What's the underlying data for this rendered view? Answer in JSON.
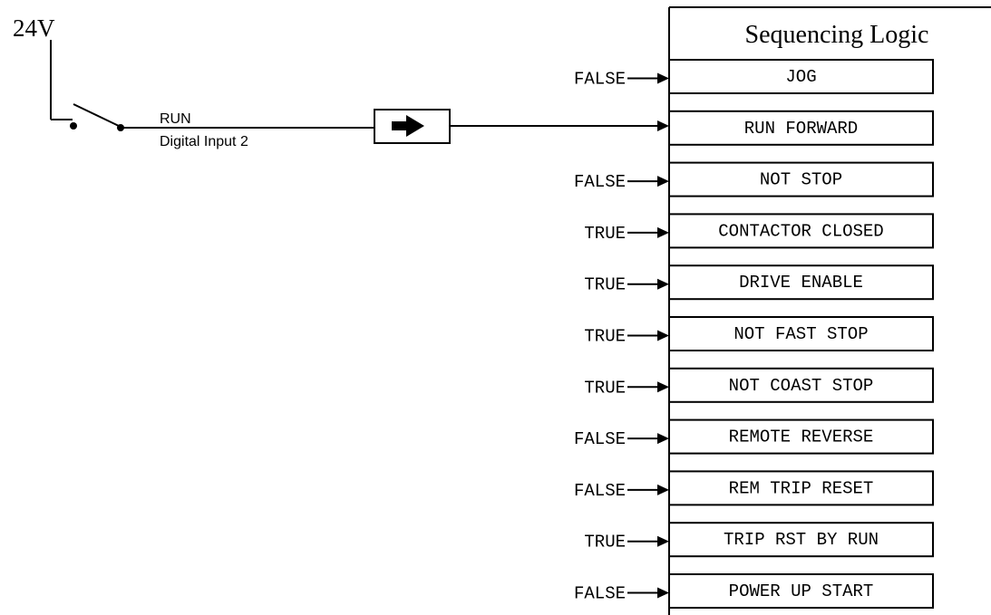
{
  "supply_label": "24V",
  "switch": {
    "name": "RUN",
    "sublabel": "Digital Input 2"
  },
  "block": {
    "title": "Sequencing Logic"
  },
  "inputs": [
    {
      "label": "JOG",
      "value": "FALSE"
    },
    {
      "label": "RUN FORWARD",
      "value": ""
    },
    {
      "label": "NOT STOP",
      "value": "FALSE"
    },
    {
      "label": "CONTACTOR CLOSED",
      "value": "TRUE"
    },
    {
      "label": "DRIVE ENABLE",
      "value": "TRUE"
    },
    {
      "label": "NOT FAST STOP",
      "value": "TRUE"
    },
    {
      "label": "NOT COAST STOP",
      "value": "TRUE"
    },
    {
      "label": "REMOTE REVERSE",
      "value": "FALSE"
    },
    {
      "label": "REM TRIP RESET",
      "value": "FALSE"
    },
    {
      "label": "TRIP RST BY RUN",
      "value": "TRUE"
    },
    {
      "label": "POWER UP START",
      "value": "FALSE"
    }
  ]
}
